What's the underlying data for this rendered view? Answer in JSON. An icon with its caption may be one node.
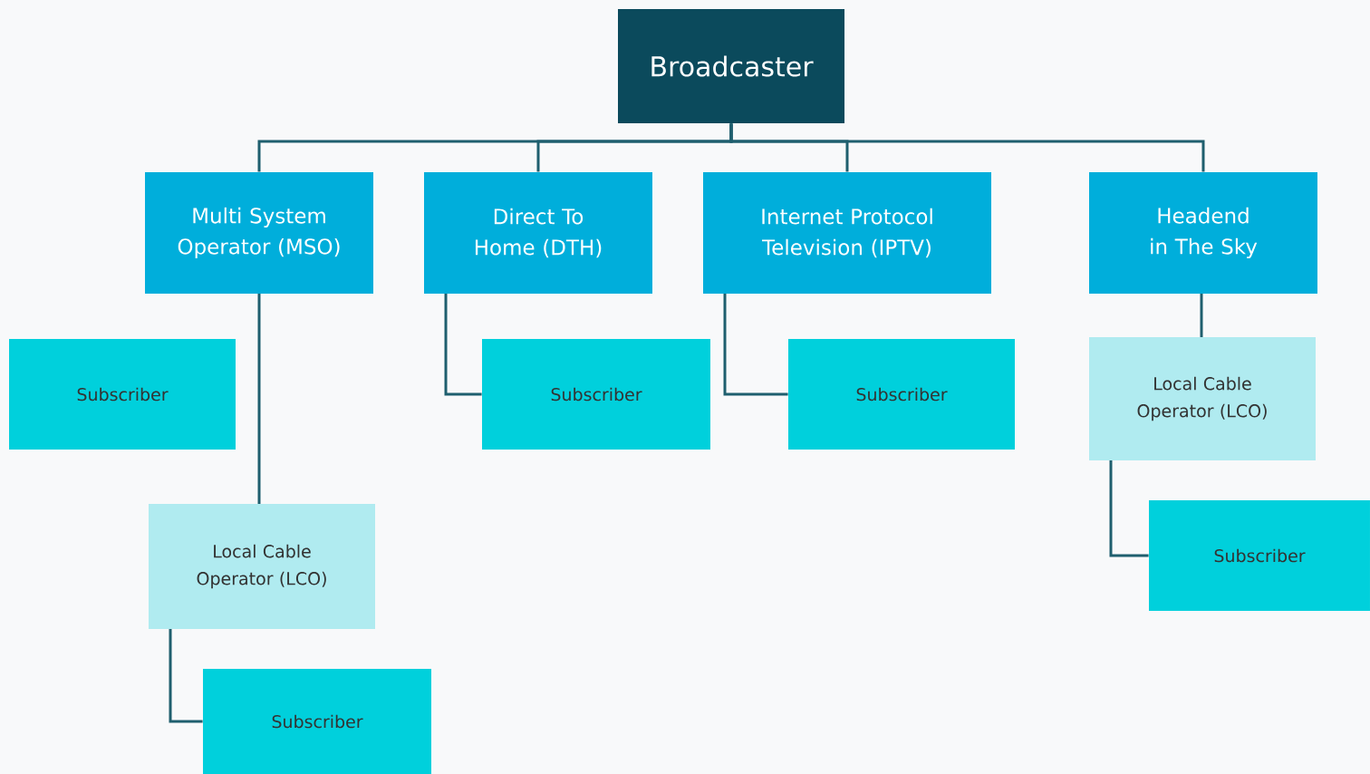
{
  "diagram": {
    "nodes": [
      {
        "text": [
          "Broadcaster"
        ]
      },
      {
        "text": [
          "Multi System Operator (MSO)"
        ]
      },
      {
        "text": [
          "Direct To Home (DTH)"
        ]
      },
      {
        "text": [
          "Internet Protocol Television (IPTV)"
        ]
      },
      {
        "text": [
          "Headend in The Sky"
        ]
      },
      {
        "text": [
          "Subscriber"
        ]
      },
      {
        "text": [
          "Subscriber"
        ]
      },
      {
        "text": [
          "Subscriber"
        ]
      },
      {
        "text": [
          "Local Cable Operator (LCO)"
        ]
      },
      {
        "text": [
          "Local Cable Operator (LCO)"
        ]
      },
      {
        "text": [
          "Subscriber"
        ]
      },
      {
        "text": [
          "Subscriber"
        ]
      }
    ],
    "edges": [
      {
        "from": 0,
        "to": 1,
        "arrow": "none"
      },
      {
        "from": 0,
        "to": 2,
        "arrow": "none"
      },
      {
        "from": 0,
        "to": 3,
        "arrow": "none"
      },
      {
        "from": 0,
        "to": 4,
        "arrow": "none"
      },
      {
        "from": 1,
        "to": 9,
        "arrow": "none"
      },
      {
        "from": 2,
        "to": 6,
        "arrow": "none"
      },
      {
        "from": 3,
        "to": 7,
        "arrow": "none"
      },
      {
        "from": 4,
        "to": 8,
        "arrow": "none"
      },
      {
        "from": 9,
        "to": 10,
        "arrow": "none"
      },
      {
        "from": 8,
        "to": 11,
        "arrow": "none"
      }
    ]
  }
}
